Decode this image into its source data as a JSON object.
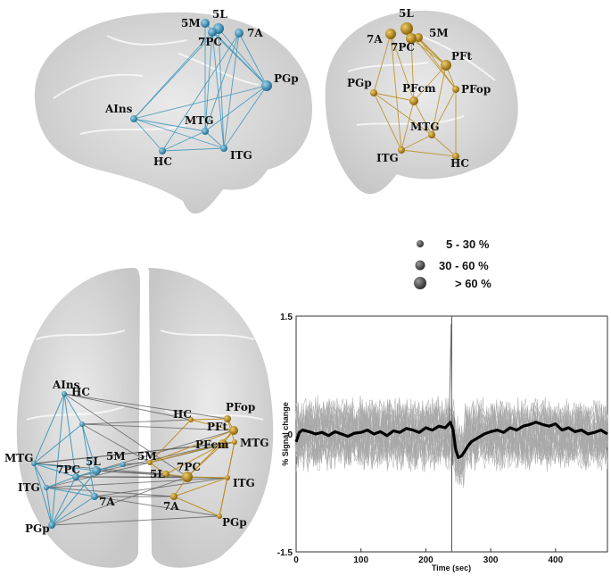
{
  "colors": {
    "blue": "#3a93b8",
    "gold": "#b98a1a",
    "brain": "#c9c9c9",
    "trace": "#a8a8a8",
    "mean": "#000000"
  },
  "views": [
    {
      "id": "left-lateral",
      "nodes": [
        {
          "key": "5M",
          "label": "5M"
        },
        {
          "key": "5L",
          "label": "5L"
        },
        {
          "key": "7PC",
          "label": "7PC"
        },
        {
          "key": "7A",
          "label": "7A"
        },
        {
          "key": "PGp",
          "label": "PGp"
        },
        {
          "key": "AIns",
          "label": "AIns"
        },
        {
          "key": "MTG",
          "label": "MTG"
        },
        {
          "key": "HC",
          "label": "HC"
        },
        {
          "key": "ITG",
          "label": "ITG"
        }
      ]
    },
    {
      "id": "right-lateral",
      "nodes": [
        {
          "key": "5L",
          "label": "5L"
        },
        {
          "key": "5M",
          "label": "5M"
        },
        {
          "key": "7A",
          "label": "7A"
        },
        {
          "key": "7PC",
          "label": "7PC"
        },
        {
          "key": "PFt",
          "label": "PFt"
        },
        {
          "key": "PGp",
          "label": "PGp"
        },
        {
          "key": "PFcm",
          "label": "PFcm"
        },
        {
          "key": "PFop",
          "label": "PFop"
        },
        {
          "key": "MTG",
          "label": "MTG"
        },
        {
          "key": "ITG",
          "label": "ITG"
        },
        {
          "key": "HC",
          "label": "HC"
        }
      ]
    },
    {
      "id": "dorsal",
      "nodes": [
        {
          "key": "AIns",
          "label": "AIns"
        },
        {
          "key": "HC",
          "label": "HC"
        },
        {
          "key": "MTG",
          "label": "MTG"
        },
        {
          "key": "7PC",
          "label": "7PC"
        },
        {
          "key": "5L",
          "label": "5L"
        },
        {
          "key": "5M",
          "label": "5M"
        },
        {
          "key": "ITG",
          "label": "ITG"
        },
        {
          "key": "7A",
          "label": "7A"
        },
        {
          "key": "PGp",
          "label": "PGp"
        },
        {
          "key": "rHC",
          "label": "HC"
        },
        {
          "key": "rPFop",
          "label": "PFop"
        },
        {
          "key": "rPFt",
          "label": "PFt"
        },
        {
          "key": "rPFcm",
          "label": "PFcm"
        },
        {
          "key": "rMTG",
          "label": "MTG"
        },
        {
          "key": "r5M",
          "label": "5M"
        },
        {
          "key": "r5L",
          "label": "5L"
        },
        {
          "key": "r7PC",
          "label": "7PC"
        },
        {
          "key": "rITG",
          "label": "ITG"
        },
        {
          "key": "r7A",
          "label": "7A"
        },
        {
          "key": "rPGp",
          "label": "PGp"
        }
      ]
    }
  ],
  "legend": [
    {
      "label": "5 - 30 %"
    },
    {
      "label": "30 - 60 %"
    },
    {
      "label": "> 60 %"
    }
  ],
  "chart_data": {
    "type": "line",
    "title": "",
    "xlabel": "Time (sec)",
    "ylabel": "% Signal change",
    "xlim": [
      0,
      480
    ],
    "ylim": [
      -1.5,
      1.5
    ],
    "xticks": [
      "0",
      "100",
      "200",
      "300",
      "400"
    ],
    "yticks": [
      "1.5",
      "0",
      "-1.5"
    ],
    "event_time": 240,
    "mean_series": {
      "x": [
        0,
        5,
        10,
        20,
        30,
        40,
        50,
        60,
        70,
        80,
        90,
        100,
        110,
        120,
        130,
        140,
        150,
        160,
        170,
        180,
        190,
        200,
        210,
        220,
        230,
        238,
        242,
        246,
        250,
        255,
        260,
        265,
        270,
        280,
        290,
        300,
        310,
        320,
        330,
        340,
        350,
        360,
        370,
        380,
        390,
        400,
        410,
        420,
        430,
        440,
        450,
        460,
        470,
        480
      ],
      "y": [
        -0.1,
        0.02,
        0.05,
        0.03,
        0.0,
        0.02,
        -0.02,
        0.03,
        0.0,
        -0.03,
        0.01,
        0.02,
        0.05,
        0.0,
        0.03,
        -0.02,
        0.04,
        0.02,
        0.07,
        0.05,
        0.02,
        0.08,
        0.05,
        0.1,
        0.08,
        0.15,
        0.05,
        -0.2,
        -0.3,
        -0.28,
        -0.22,
        -0.15,
        -0.1,
        -0.05,
        0.0,
        0.03,
        0.05,
        0.02,
        0.08,
        0.05,
        0.1,
        0.12,
        0.15,
        0.12,
        0.1,
        0.13,
        0.05,
        0.08,
        0.03,
        0.05,
        0.0,
        0.02,
        0.05,
        0.0
      ]
    },
    "gray_band": 0.5,
    "spike_peak": 1.4
  }
}
